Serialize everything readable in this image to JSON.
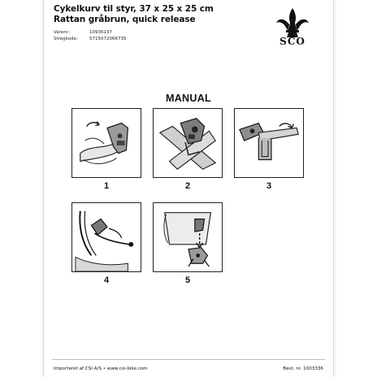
{
  "header": {
    "title_line1": "Cykelkurv til styr, 37 x 25 x 25 cm",
    "title_line2": "Rattan gråbrun, quick release",
    "varenr_label": "Varenr.:",
    "varenr_value": "10936137",
    "stregkode_label": "Stregkode:",
    "stregkode_value": "5715072066735"
  },
  "logo": {
    "text": "SCO",
    "icon": "fleur-de-lis-icon"
  },
  "manual": {
    "heading": "MANUAL",
    "steps": [
      {
        "number": "1"
      },
      {
        "number": "2"
      },
      {
        "number": "3"
      },
      {
        "number": "4"
      },
      {
        "number": "5"
      }
    ]
  },
  "footer": {
    "left": "Importeret af CSI A/S  •  www.csi-bike.com",
    "right": "Best. nr. 1003336"
  }
}
